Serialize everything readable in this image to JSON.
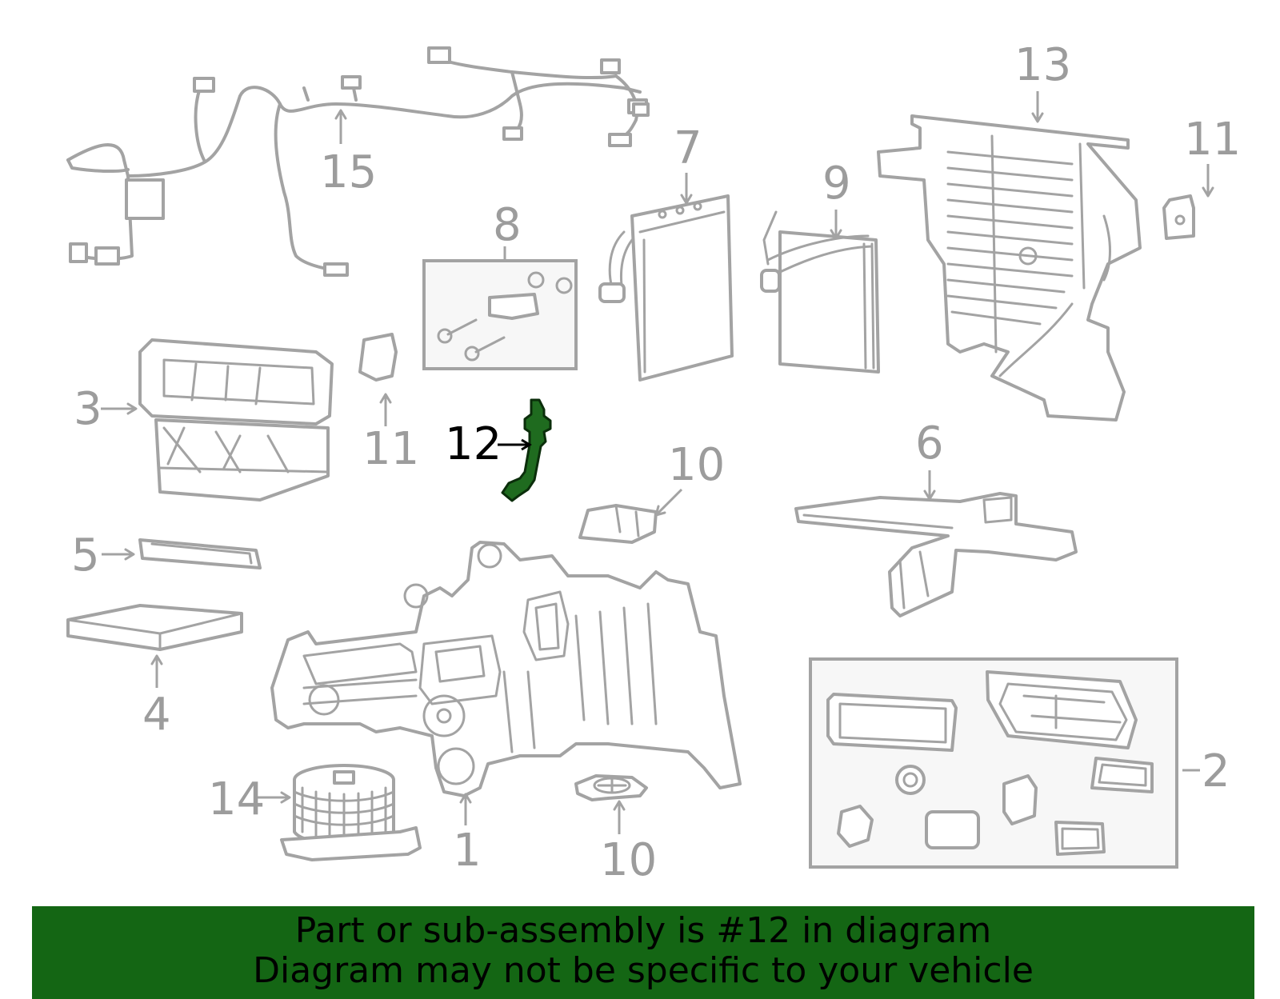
{
  "diagram": {
    "callouts": {
      "c1": "1",
      "c2": "2",
      "c3": "3",
      "c4": "4",
      "c5": "5",
      "c6": "6",
      "c7": "7",
      "c8": "8",
      "c9": "9",
      "c10a": "10",
      "c10b": "10",
      "c11a": "11",
      "c11b": "11",
      "c12": "12",
      "c13": "13",
      "c14": "14",
      "c15": "15"
    },
    "highlighted_part": "12",
    "colors": {
      "line_art": "#a3a3a3",
      "highlight": "#1f6b1f",
      "banner_bg": "#146614",
      "banner_text": "#000000"
    }
  },
  "banner": {
    "line1": "Part or sub-assembly is #12 in diagram",
    "line2": "Diagram may not be specific to your vehicle"
  }
}
